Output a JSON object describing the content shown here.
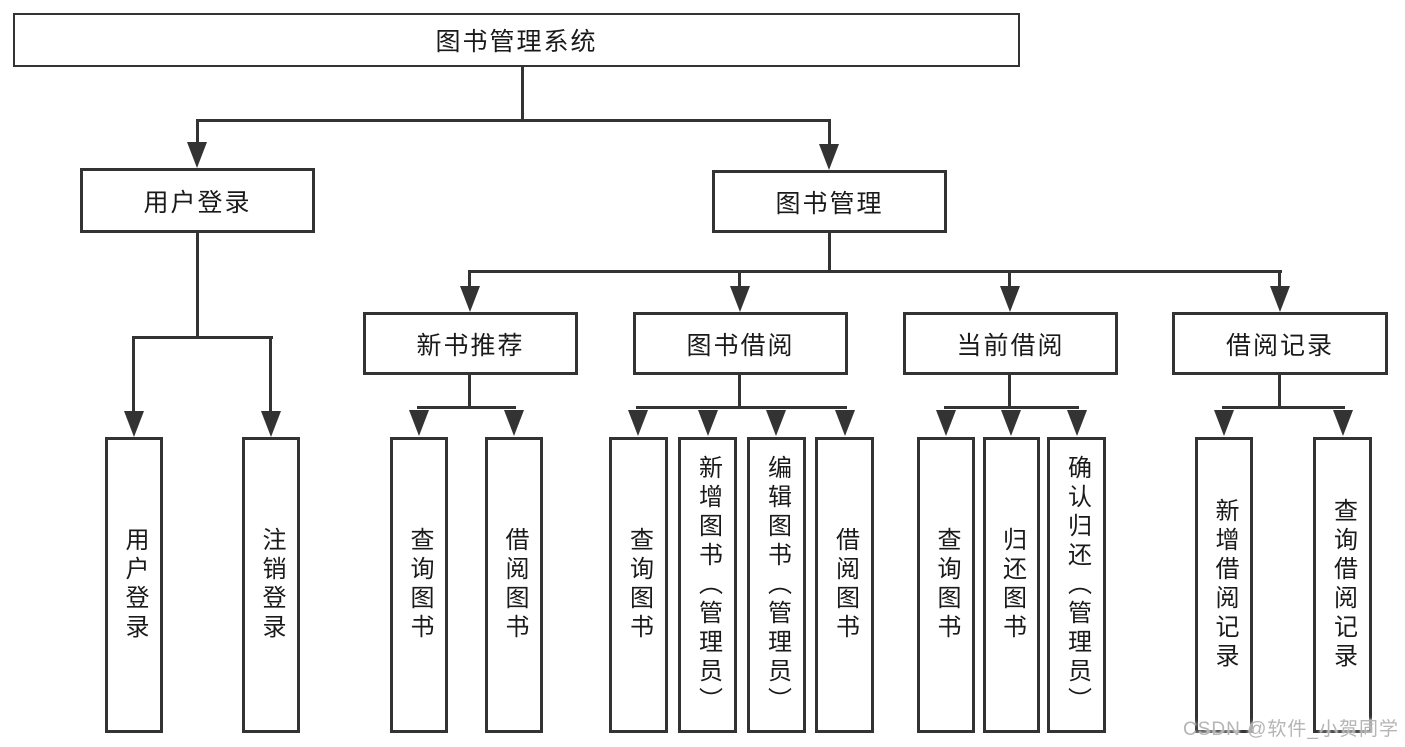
{
  "title": "图书管理系统",
  "watermark": "CSDN @软件_小贺同学",
  "colors": {
    "line": "#333333",
    "text": "#1a1a1a",
    "background": "#ffffff",
    "watermark": "#b5b5b5"
  },
  "root": {
    "label": "图书管理系统"
  },
  "branches": [
    {
      "label": "用户登录",
      "children": [
        {
          "label": "用户登录"
        },
        {
          "label": "注销登录"
        }
      ]
    },
    {
      "label": "图书管理",
      "sub_branches": [
        {
          "label": "新书推荐",
          "children": [
            {
              "label": "查询图书"
            },
            {
              "label": "借阅图书"
            }
          ]
        },
        {
          "label": "图书借阅",
          "children": [
            {
              "label": "查询图书"
            },
            {
              "label": "新增图书（管理员）"
            },
            {
              "label": "编辑图书（管理员）"
            },
            {
              "label": "借阅图书"
            }
          ]
        },
        {
          "label": "当前借阅",
          "children": [
            {
              "label": "查询图书"
            },
            {
              "label": "归还图书"
            },
            {
              "label": "确认归还（管理员）"
            }
          ]
        },
        {
          "label": "借阅记录",
          "children": [
            {
              "label": "新增借阅记录"
            },
            {
              "label": "查询借阅记录"
            }
          ]
        }
      ]
    }
  ]
}
